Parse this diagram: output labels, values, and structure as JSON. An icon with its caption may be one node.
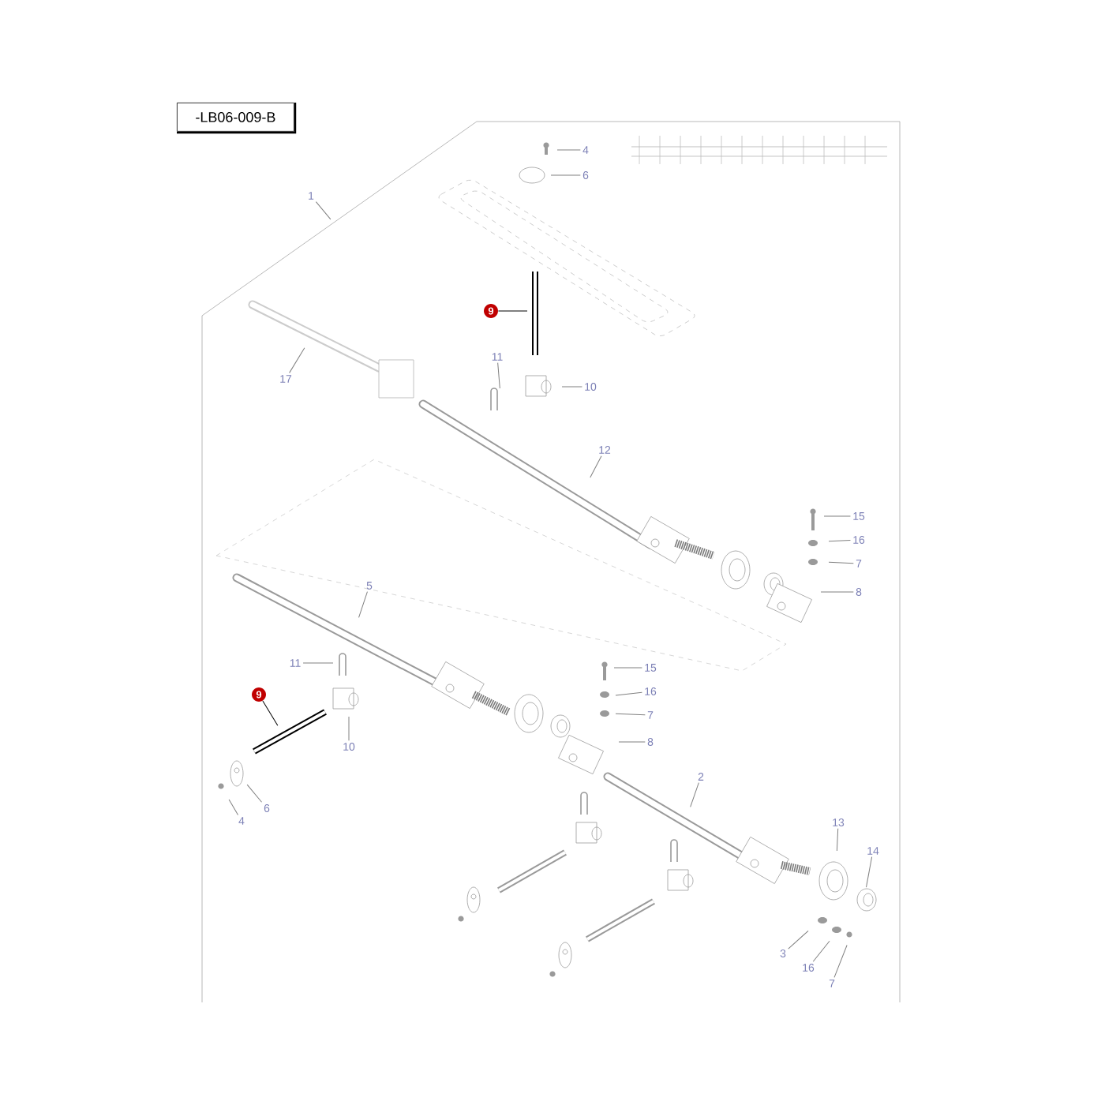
{
  "diagram": {
    "nodes": [
      {
        "text": [
          "1"
        ]
      },
      {
        "text": [
          "4"
        ]
      },
      {
        "text": [
          "6"
        ]
      },
      {
        "text": [
          "9"
        ]
      },
      {
        "text": [
          "11"
        ]
      },
      {
        "text": [
          "10"
        ]
      },
      {
        "text": [
          "17"
        ]
      },
      {
        "text": [
          "12"
        ]
      },
      {
        "text": [
          "15"
        ]
      },
      {
        "text": [
          "16"
        ]
      },
      {
        "text": [
          "7"
        ]
      },
      {
        "text": [
          "8"
        ]
      },
      {
        "text": [
          "5"
        ]
      },
      {
        "text": [
          "11"
        ]
      },
      {
        "text": [
          "9"
        ]
      },
      {
        "text": [
          "10"
        ]
      },
      {
        "text": [
          "6"
        ]
      },
      {
        "text": [
          "4"
        ]
      },
      {
        "text": [
          "15"
        ]
      },
      {
        "text": [
          "16"
        ]
      },
      {
        "text": [
          "7"
        ]
      },
      {
        "text": [
          "8"
        ]
      },
      {
        "text": [
          "2"
        ]
      },
      {
        "text": [
          "13"
        ]
      },
      {
        "text": [
          "14"
        ]
      },
      {
        "text": [
          "3"
        ]
      },
      {
        "text": [
          "16"
        ]
      },
      {
        "text": [
          "7"
        ]
      }
    ],
    "edges": [
      {
        "from": 0,
        "to": null,
        "arrow": "none"
      },
      {
        "from": 1,
        "to": null,
        "arrow": "none"
      },
      {
        "from": 2,
        "to": null,
        "arrow": "none"
      },
      {
        "from": 3,
        "to": null,
        "arrow": "none",
        "color": "#000000"
      },
      {
        "from": 4,
        "to": null,
        "arrow": "none"
      },
      {
        "from": 5,
        "to": null,
        "arrow": "none"
      },
      {
        "from": 6,
        "to": null,
        "arrow": "none"
      },
      {
        "from": 7,
        "to": null,
        "arrow": "none"
      },
      {
        "from": 8,
        "to": null,
        "arrow": "none"
      },
      {
        "from": 9,
        "to": null,
        "arrow": "none"
      },
      {
        "from": 10,
        "to": null,
        "arrow": "none"
      },
      {
        "from": 11,
        "to": null,
        "arrow": "none"
      },
      {
        "from": 12,
        "to": null,
        "arrow": "none"
      },
      {
        "from": 13,
        "to": null,
        "arrow": "none"
      },
      {
        "from": 14,
        "to": null,
        "arrow": "none",
        "color": "#000000"
      },
      {
        "from": 15,
        "to": null,
        "arrow": "none"
      },
      {
        "from": 16,
        "to": null,
        "arrow": "none"
      },
      {
        "from": 17,
        "to": null,
        "arrow": "none"
      },
      {
        "from": 18,
        "to": null,
        "arrow": "none"
      },
      {
        "from": 19,
        "to": null,
        "arrow": "none"
      },
      {
        "from": 20,
        "to": null,
        "arrow": "none"
      },
      {
        "from": 21,
        "to": null,
        "arrow": "none"
      },
      {
        "from": 22,
        "to": null,
        "arrow": "none"
      },
      {
        "from": 23,
        "to": null,
        "arrow": "none"
      },
      {
        "from": 24,
        "to": null,
        "arrow": "none"
      },
      {
        "from": 25,
        "to": null,
        "arrow": "none"
      },
      {
        "from": 26,
        "to": null,
        "arrow": "none"
      },
      {
        "from": 27,
        "to": null,
        "arrow": "none"
      }
    ],
    "labels": [
      "-LB06-009-B"
    ]
  }
}
